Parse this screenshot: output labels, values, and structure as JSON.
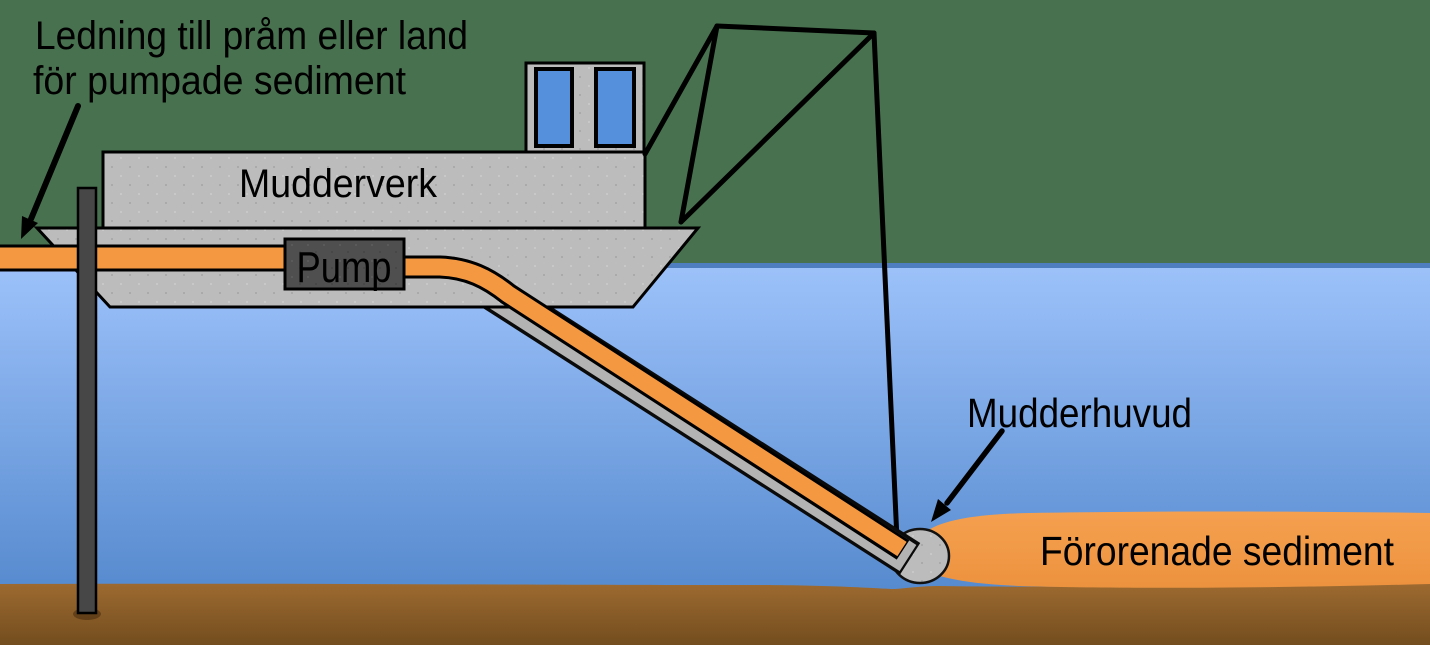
{
  "diagram": {
    "type": "illustration",
    "subject": "environmental-dredging-of-contaminated-sediment",
    "labels": {
      "pipeline_line1": "Ledning till pråm eller land",
      "pipeline_line2": "för pumpade sediment",
      "vessel": "Mudderverk",
      "pump": "Pump",
      "dredge_head": "Mudderhuvud",
      "sediment": "Förorenade sediment"
    },
    "colors": {
      "sky_green": "#48714F",
      "water_top": "#9DC2FA",
      "water_bottom": "#5287CC",
      "waterline": "#4E7EC0",
      "seabed_top": "#9E6B31",
      "seabed_bottom": "#734D1E",
      "sediment_orange": "#F49D4A",
      "pipe_orange": "#F59842",
      "hull_gray": "#BCBCBC",
      "ladder_gray": "#B3B3B3",
      "pump_box_gray": "#4F4F4F",
      "spud_gray": "#474747",
      "window_blue": "#5590DC",
      "outline": "#000000"
    }
  }
}
